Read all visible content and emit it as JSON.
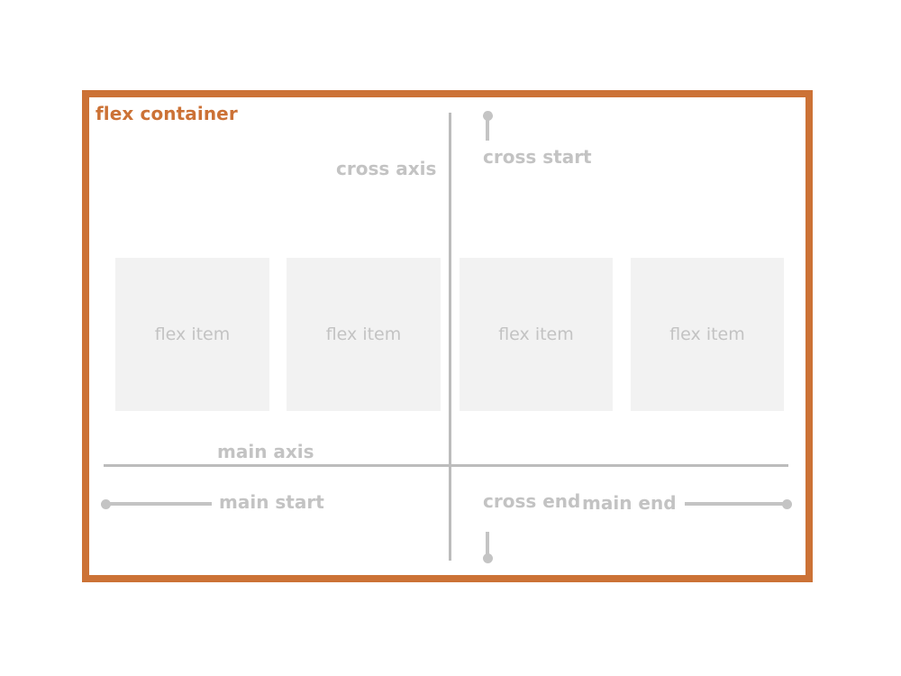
{
  "diagram": {
    "title": "flex container",
    "accent_color": "#cc7236",
    "line_color": "#bcbcbc",
    "marker_color": "#c4c4c4",
    "label_color": "#c3c3c3",
    "item_bg_color": "#f2f2f2",
    "background_color": "#ffffff"
  },
  "axes": {
    "cross_axis_label": "cross axis",
    "cross_start_label": "cross start",
    "cross_end_label": "cross end",
    "main_axis_label": "main axis",
    "main_start_label": "main start",
    "main_end_label": "main end"
  },
  "items": [
    {
      "label": "flex item"
    },
    {
      "label": "flex item"
    },
    {
      "label": "flex item"
    },
    {
      "label": "flex item"
    }
  ],
  "markers": {
    "cross_start_dot": "cross-start-marker-dot",
    "cross_end_dot": "cross-end-marker-dot",
    "main_start_dot": "main-start-marker-dot",
    "main_end_dot": "main-end-marker-dot"
  }
}
